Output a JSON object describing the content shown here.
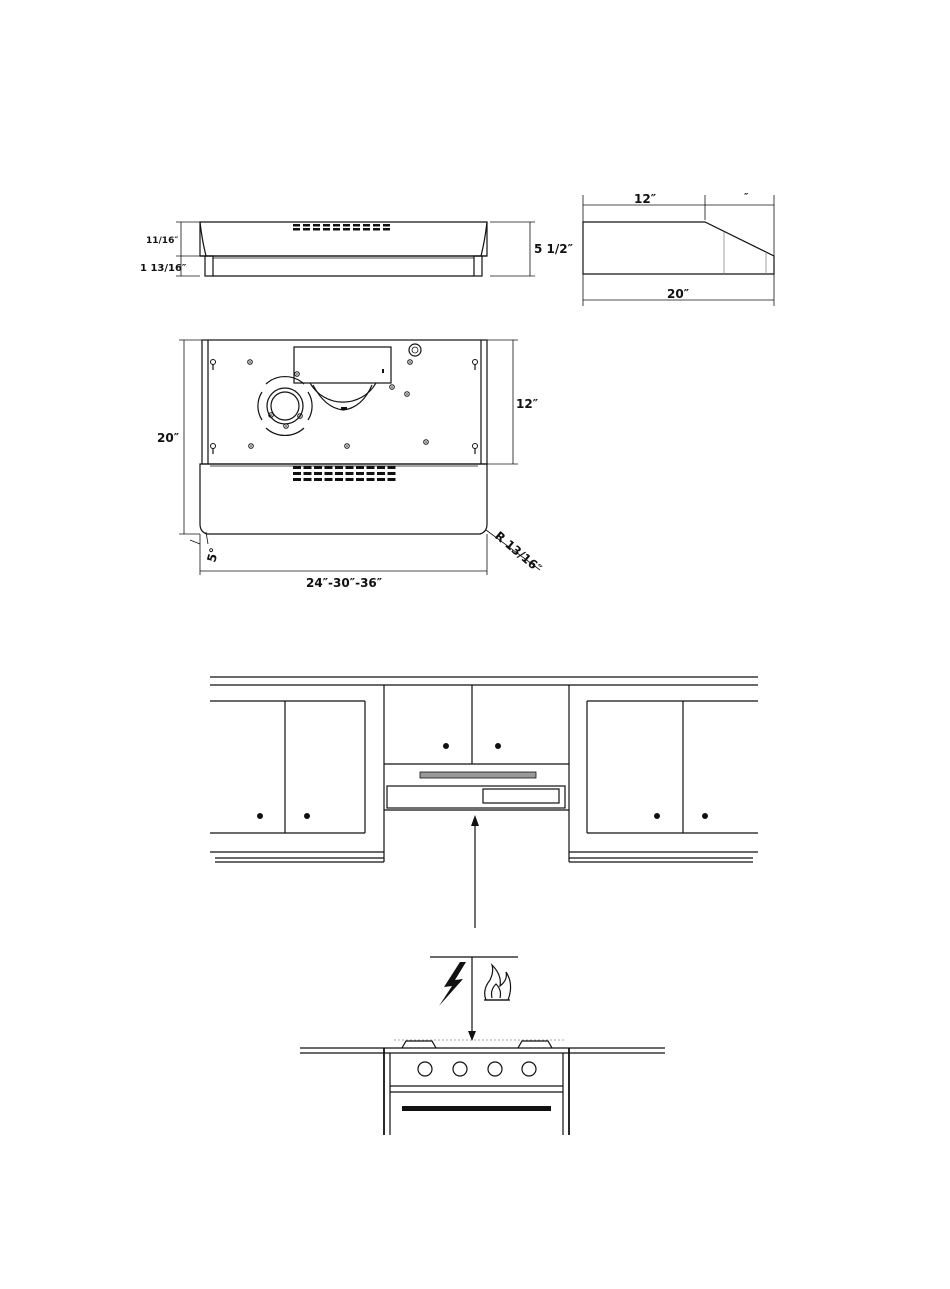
{
  "colors": {
    "ink": "#111111",
    "paper": "#ffffff",
    "bar": "#999999"
  },
  "dimensions": {
    "front_top_height": "11/16″",
    "front_bottom_height": "1 13/16″",
    "front_total_height": "5  1/2″",
    "side_depth_top": "12″",
    "side_depth_extra": "″",
    "side_depth_total": "20″",
    "plan_depth": "20″",
    "plan_top_depth": "12″",
    "plan_angle": "5°",
    "plan_radius": "R  13/16″",
    "plan_widths": "24″-30″-36″"
  },
  "icons": {
    "electric": "lightning-bolt-icon",
    "gas": "flame-icon"
  }
}
